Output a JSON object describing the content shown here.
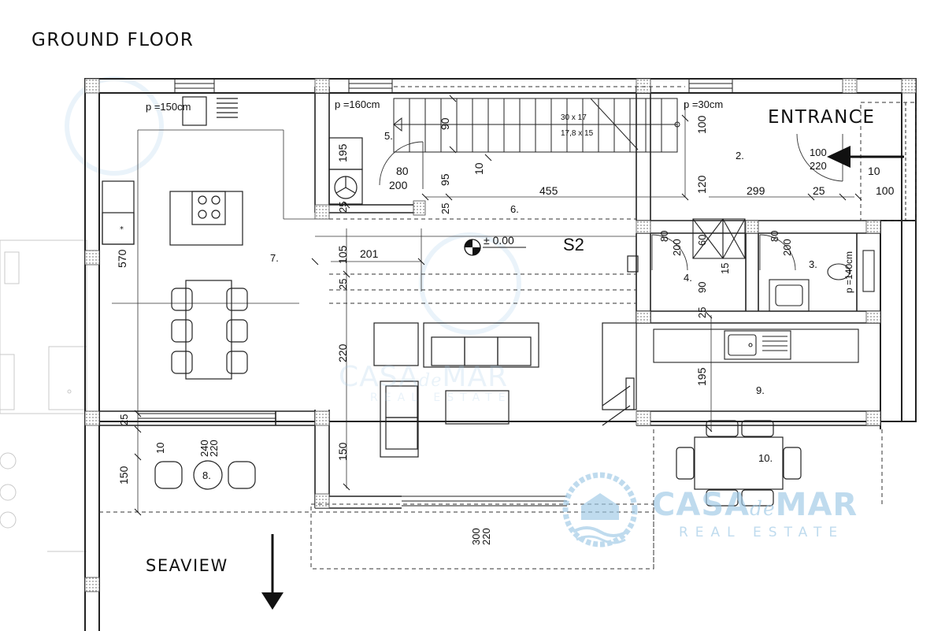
{
  "title": "GROUND FLOOR",
  "labels": {
    "entrance": "ENTRANCE",
    "seaview": "SEAVIEW",
    "zone": "S2",
    "level": "± 0.00"
  },
  "rooms": [
    "2.",
    "3.",
    "4.",
    "5.",
    "6.",
    "7.",
    "8.",
    "9.",
    "10."
  ],
  "parapet_notes": [
    "p =150cm",
    "p =160cm",
    "p =30cm",
    "p =140cm"
  ],
  "stair_notes": [
    "30 x 17",
    "17,8 x 15"
  ],
  "dimensions": [
    "195",
    "80",
    "200",
    "95",
    "10",
    "90",
    "455",
    "100",
    "120",
    "299",
    "25",
    "10",
    "100",
    "220",
    "570",
    "105",
    "201",
    "25",
    "25",
    "25",
    "60",
    "15",
    "80",
    "200",
    "90",
    "25",
    "80",
    "200",
    "220",
    "195",
    "25",
    "10",
    "240",
    "220",
    "150",
    "150",
    "300",
    "220",
    "100"
  ],
  "watermark": {
    "brand_main_1": "CASA",
    "brand_script": "de",
    "brand_main_2": "MAR",
    "sub": "REAL ESTATE"
  },
  "colors": {
    "ink": "#111111",
    "line": "#222222",
    "watermark": "#9ec9e6",
    "hatch": "#9a9a9a"
  }
}
